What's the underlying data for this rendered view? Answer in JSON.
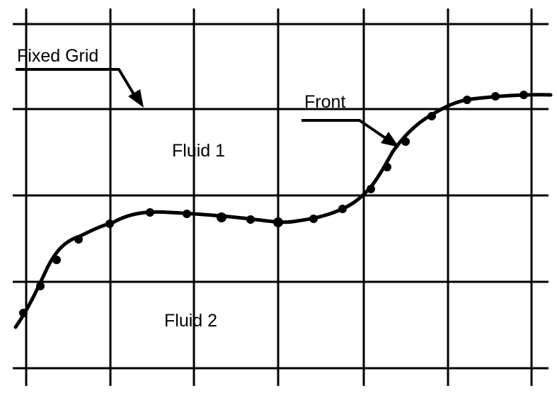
{
  "labels": {
    "fixed_grid": "Fixed Grid",
    "front": "Front",
    "fluid_1": "Fluid 1",
    "fluid_2": "Fluid 2"
  },
  "colors": {
    "ink": "#000000",
    "background": "#ffffff"
  }
}
